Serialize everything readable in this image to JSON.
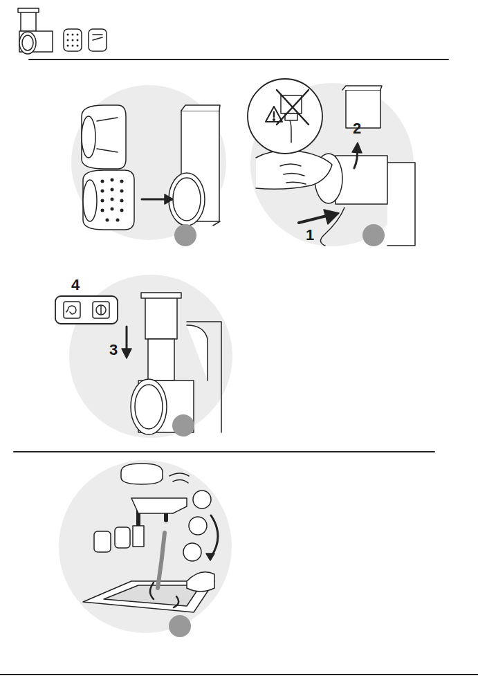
{
  "diagram": {
    "labels": [
      "2",
      "1",
      "4",
      "3"
    ]
  }
}
